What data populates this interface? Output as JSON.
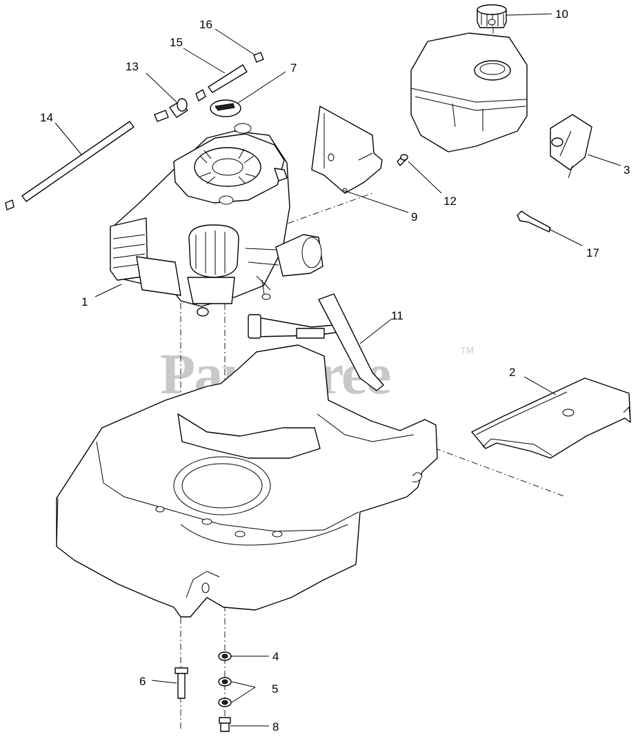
{
  "watermark": {
    "text": "PartsTree",
    "trademark": "TM"
  },
  "callouts": [
    {
      "part": "engine",
      "number": "1"
    },
    {
      "part": "rear-cover",
      "number": "2"
    },
    {
      "part": "fuel-tank-bracket",
      "number": "3"
    },
    {
      "part": "spacer-washer",
      "number": "4"
    },
    {
      "part": "washer",
      "number": "5"
    },
    {
      "part": "engine-bolt",
      "number": "6"
    },
    {
      "part": "air-cleaner-cover",
      "number": "7"
    },
    {
      "part": "deck-bolt",
      "number": "8"
    },
    {
      "part": "shield-bracket",
      "number": "9"
    },
    {
      "part": "fuel-cap",
      "number": "10"
    },
    {
      "part": "handle-bracket",
      "number": "11"
    },
    {
      "part": "screw",
      "number": "12"
    },
    {
      "part": "fuel-valve",
      "number": "13"
    },
    {
      "part": "fuel-line-long",
      "number": "14"
    },
    {
      "part": "fuel-line-short",
      "number": "15"
    },
    {
      "part": "hose-clamp",
      "number": "16"
    },
    {
      "part": "cable-tie",
      "number": "17"
    }
  ]
}
